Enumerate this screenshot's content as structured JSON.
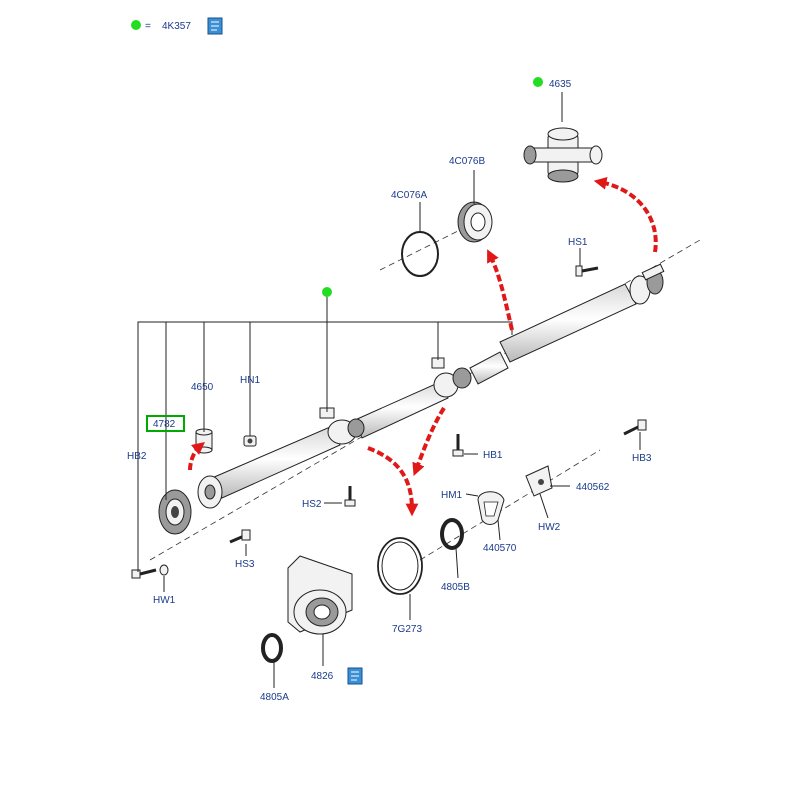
{
  "legend": {
    "dot_color": "#22dd22",
    "equals": "=",
    "code": "4K357",
    "book_icon": "manual-book-icon"
  },
  "colors": {
    "label": "#1a3a8c",
    "arrow": "#e01818",
    "highlight_box": "#00aa00",
    "icon": "#3a8fd6"
  },
  "labels": {
    "p4635": "4635",
    "p4C076B": "4C076B",
    "p4C076A": "4C076A",
    "HS1": "HS1",
    "p4650": "4650",
    "HN1": "HN1",
    "p4782": "4782",
    "HB2": "HB2",
    "HB1": "HB1",
    "HS2": "HS2",
    "HM1": "HM1",
    "p440570": "440570",
    "p440562": "440562",
    "HB3": "HB3",
    "HW2": "HW2",
    "HS3": "HS3",
    "HW1": "HW1",
    "p4805B": "4805B",
    "p7G273": "7G273",
    "p4826": "4826",
    "p4805A": "4805A"
  }
}
